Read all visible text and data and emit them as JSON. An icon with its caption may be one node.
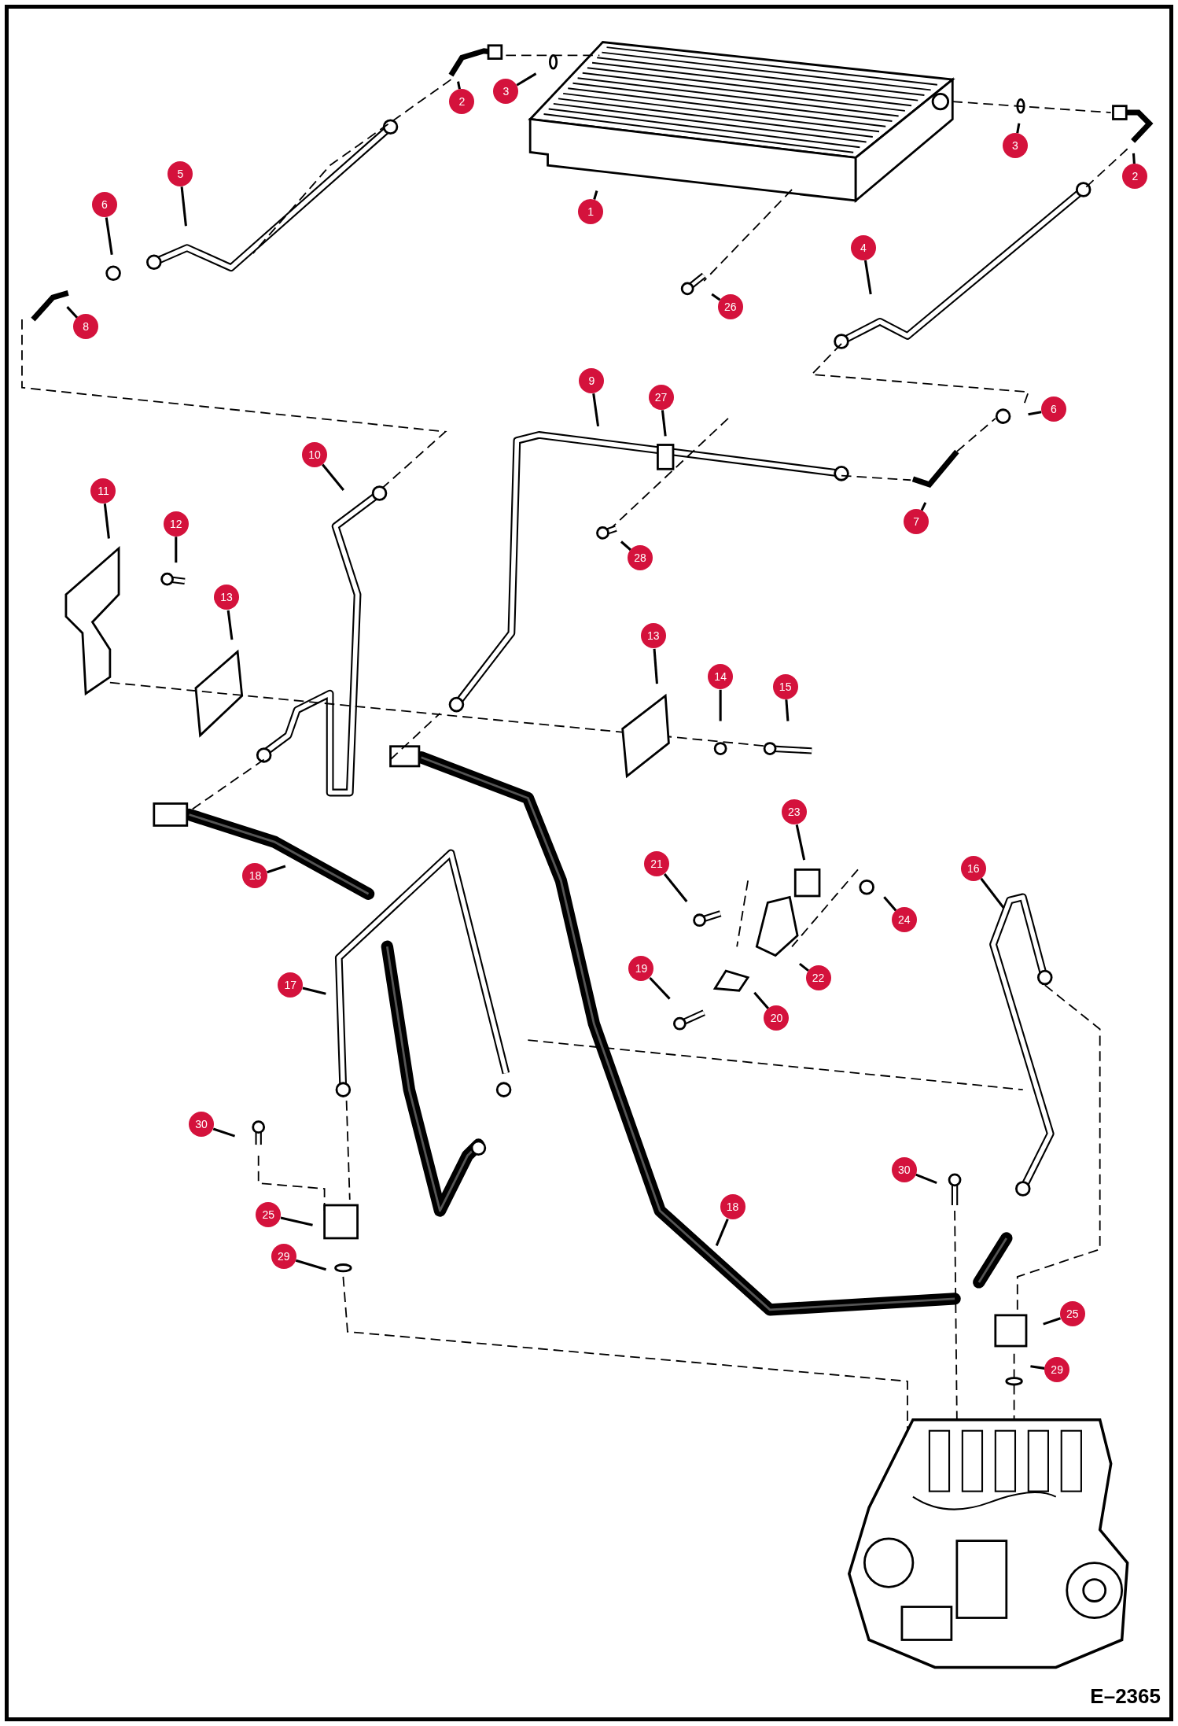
{
  "diagram": {
    "nodes": [
      {
        "text": [
          "2"
        ]
      },
      {
        "text": [
          "3"
        ]
      },
      {
        "text": [
          "3"
        ]
      },
      {
        "text": [
          "2"
        ]
      },
      {
        "text": [
          "5"
        ]
      },
      {
        "text": [
          "6"
        ]
      },
      {
        "text": [
          "1"
        ]
      },
      {
        "text": [
          "4"
        ]
      },
      {
        "text": [
          "26"
        ]
      },
      {
        "text": [
          "8"
        ]
      },
      {
        "text": [
          "9"
        ]
      },
      {
        "text": [
          "27"
        ]
      },
      {
        "text": [
          "6"
        ]
      },
      {
        "text": [
          "10"
        ]
      },
      {
        "text": [
          "11"
        ]
      },
      {
        "text": [
          "7"
        ]
      },
      {
        "text": [
          "12"
        ]
      },
      {
        "text": [
          "28"
        ]
      },
      {
        "text": [
          "13"
        ]
      },
      {
        "text": [
          "13"
        ]
      },
      {
        "text": [
          "14"
        ]
      },
      {
        "text": [
          "15"
        ]
      },
      {
        "text": [
          "23"
        ]
      },
      {
        "text": [
          "21"
        ]
      },
      {
        "text": [
          "16"
        ]
      },
      {
        "text": [
          "18"
        ]
      },
      {
        "text": [
          "24"
        ]
      },
      {
        "text": [
          "19"
        ]
      },
      {
        "text": [
          "22"
        ]
      },
      {
        "text": [
          "17"
        ]
      },
      {
        "text": [
          "20"
        ]
      },
      {
        "text": [
          "30"
        ]
      },
      {
        "text": [
          "30"
        ]
      },
      {
        "text": [
          "18"
        ]
      },
      {
        "text": [
          "25"
        ]
      },
      {
        "text": [
          "29"
        ]
      },
      {
        "text": [
          "25"
        ]
      },
      {
        "text": [
          "29"
        ]
      }
    ],
    "edges": [
      {
        "from": 0,
        "to": null,
        "arrow": "none"
      },
      {
        "from": 1,
        "to": null,
        "arrow": "none"
      },
      {
        "from": 2,
        "to": null,
        "arrow": "none"
      },
      {
        "from": 3,
        "to": null,
        "arrow": "none"
      },
      {
        "from": 4,
        "to": null,
        "arrow": "none"
      },
      {
        "from": 5,
        "to": null,
        "arrow": "none"
      },
      {
        "from": 6,
        "to": null,
        "arrow": "none"
      },
      {
        "from": 7,
        "to": null,
        "arrow": "none"
      },
      {
        "from": 8,
        "to": null,
        "arrow": "none"
      },
      {
        "from": 9,
        "to": null,
        "arrow": "none"
      },
      {
        "from": 10,
        "to": null,
        "arrow": "none"
      },
      {
        "from": 11,
        "to": null,
        "arrow": "none"
      },
      {
        "from": 12,
        "to": null,
        "arrow": "none"
      },
      {
        "from": 13,
        "to": null,
        "arrow": "none"
      },
      {
        "from": 14,
        "to": null,
        "arrow": "none"
      },
      {
        "from": 15,
        "to": null,
        "arrow": "none"
      },
      {
        "from": 16,
        "to": null,
        "arrow": "none"
      },
      {
        "from": 17,
        "to": null,
        "arrow": "none"
      },
      {
        "from": 18,
        "to": null,
        "arrow": "none"
      },
      {
        "from": 19,
        "to": null,
        "arrow": "none"
      },
      {
        "from": 20,
        "to": null,
        "arrow": "none"
      },
      {
        "from": 21,
        "to": null,
        "arrow": "none"
      },
      {
        "from": 22,
        "to": null,
        "arrow": "none"
      },
      {
        "from": 23,
        "to": null,
        "arrow": "none"
      },
      {
        "from": 24,
        "to": null,
        "arrow": "none"
      },
      {
        "from": 25,
        "to": null,
        "arrow": "none"
      },
      {
        "from": 26,
        "to": null,
        "arrow": "none"
      },
      {
        "from": 27,
        "to": null,
        "arrow": "none"
      },
      {
        "from": 28,
        "to": null,
        "arrow": "none"
      },
      {
        "from": 29,
        "to": null,
        "arrow": "none"
      },
      {
        "from": 30,
        "to": null,
        "arrow": "none"
      },
      {
        "from": 31,
        "to": null,
        "arrow": "none"
      },
      {
        "from": 32,
        "to": null,
        "arrow": "none"
      },
      {
        "from": 33,
        "to": null,
        "arrow": "none"
      },
      {
        "from": 34,
        "to": null,
        "arrow": "none"
      },
      {
        "from": 35,
        "to": null,
        "arrow": "none"
      },
      {
        "from": 36,
        "to": null,
        "arrow": "none"
      },
      {
        "from": 37,
        "to": null,
        "arrow": "none"
      }
    ],
    "labels": [
      "E–2365"
    ]
  }
}
